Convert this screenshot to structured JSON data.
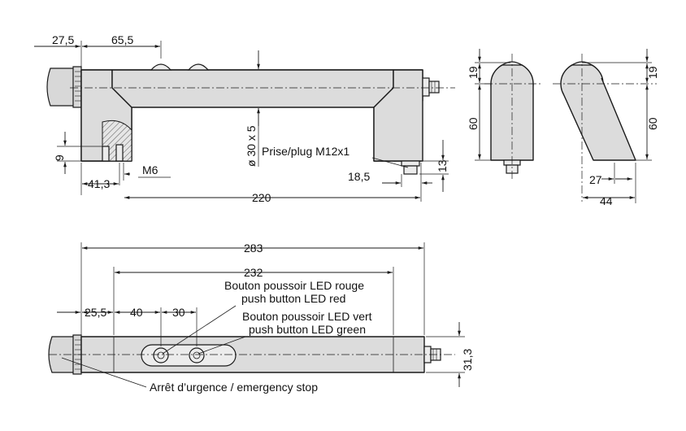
{
  "top_view": {
    "dim_27_5": "27,5",
    "dim_65_5": "65,5",
    "dim_9": "9",
    "dim_41_3": "41,3",
    "dim_m6": "M6",
    "dim_220": "220",
    "dim_diameter": "ø 30 x 5",
    "connector_label": "Prise/plug M12x1",
    "dim_18_5": "18,5",
    "dim_13": "13"
  },
  "side_view_a": {
    "dim_19": "19",
    "dim_60": "60"
  },
  "side_view_b": {
    "dim_19": "19",
    "dim_60": "60",
    "dim_27": "27",
    "dim_44": "44"
  },
  "front_view": {
    "dim_283": "283",
    "dim_232": "232",
    "dim_25_5": "25,5",
    "dim_40": "40",
    "dim_30": "30",
    "dim_31_3": "31,3",
    "label_red_fr": "Bouton poussoir LED rouge",
    "label_red_en": "push button LED red",
    "label_green_fr": "Bouton poussoir LED vert",
    "label_green_en": "push button LED green",
    "label_estop": "Arrêt d’urgence / emergency stop"
  }
}
